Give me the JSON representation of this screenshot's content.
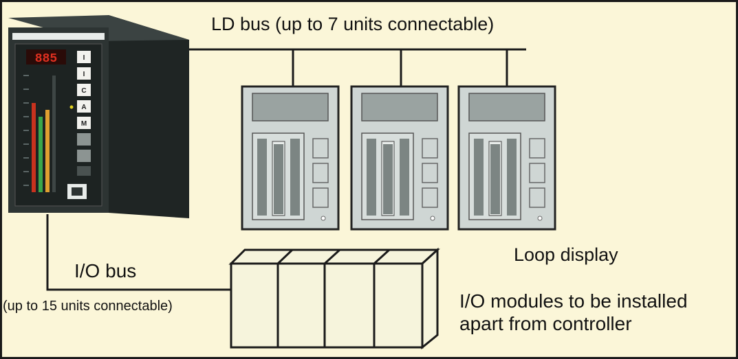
{
  "labels": {
    "ld_bus": "LD bus (up to 7 units connectable)",
    "io_bus": "I/O bus",
    "io_bus_capacity": "(up to 15 units connectable)",
    "loop_display": "Loop display",
    "io_modules_line1": "I/O modules to be installed",
    "io_modules_line2": "apart from controller"
  },
  "controller": {
    "digital_readout": "885",
    "buttons": [
      "I",
      "I",
      "C",
      "A",
      "M"
    ]
  },
  "colors": {
    "background": "#fbf6d8",
    "bus_line": "#1a1a1a",
    "controller_body": "#2d3433",
    "display_face": "#cfd6d4",
    "bar_fill": "#7c8583",
    "module_face": "#f6f4dc",
    "readout": "#e03020"
  }
}
